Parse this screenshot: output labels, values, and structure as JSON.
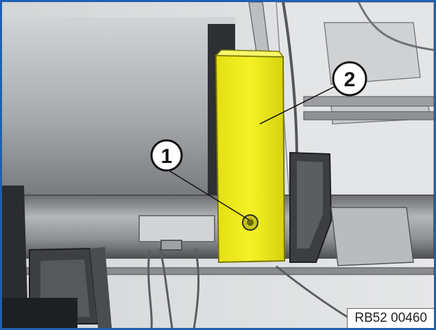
{
  "callouts": [
    {
      "label": "1",
      "target": "bolt"
    },
    {
      "label": "2",
      "target": "yellow-bracket"
    }
  ],
  "reference_code": "RB52 00460",
  "colors": {
    "frame_border": "#1f5fae",
    "highlight_part": "#f2f020",
    "background_gray": "#d9dbdc"
  }
}
